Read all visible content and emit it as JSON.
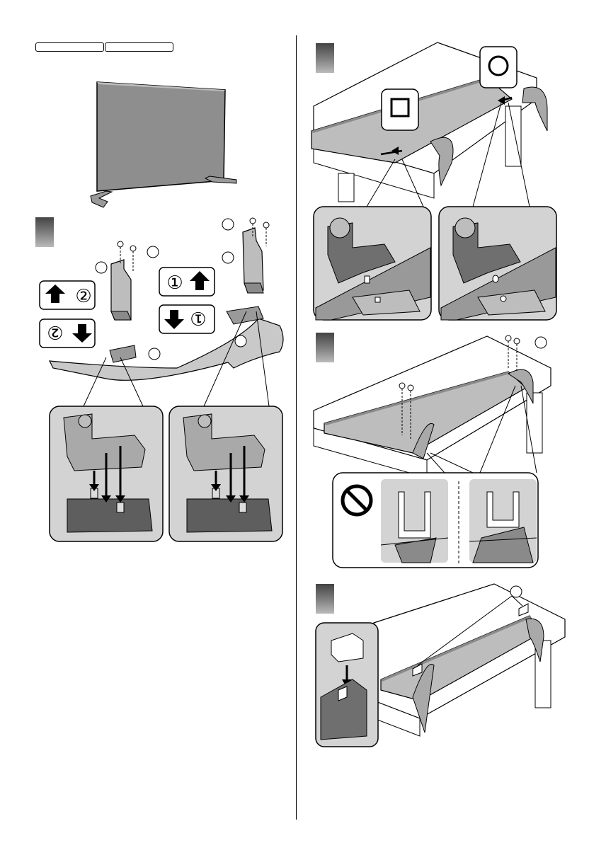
{
  "page": {
    "background": "#ffffff",
    "line_color": "#000000",
    "panel_fill": "#d6d6d6",
    "accent_gray": "#8a8a8a"
  },
  "header_tags": [
    {
      "label": ""
    },
    {
      "label": ""
    }
  ],
  "steps": [
    {
      "id": "step-1",
      "label": ""
    },
    {
      "id": "step-2",
      "label": ""
    },
    {
      "id": "step-3",
      "label": ""
    },
    {
      "id": "step-4",
      "label": ""
    }
  ],
  "step1": {
    "order_right_up": "①",
    "order_right_down": "①",
    "order_left_up": "②",
    "order_left_down": "②"
  },
  "step2": {
    "left_marker_icon": "square-icon",
    "right_marker_icon": "circle-icon"
  },
  "step3": {
    "prohibited_icon": "no-entry-icon"
  }
}
